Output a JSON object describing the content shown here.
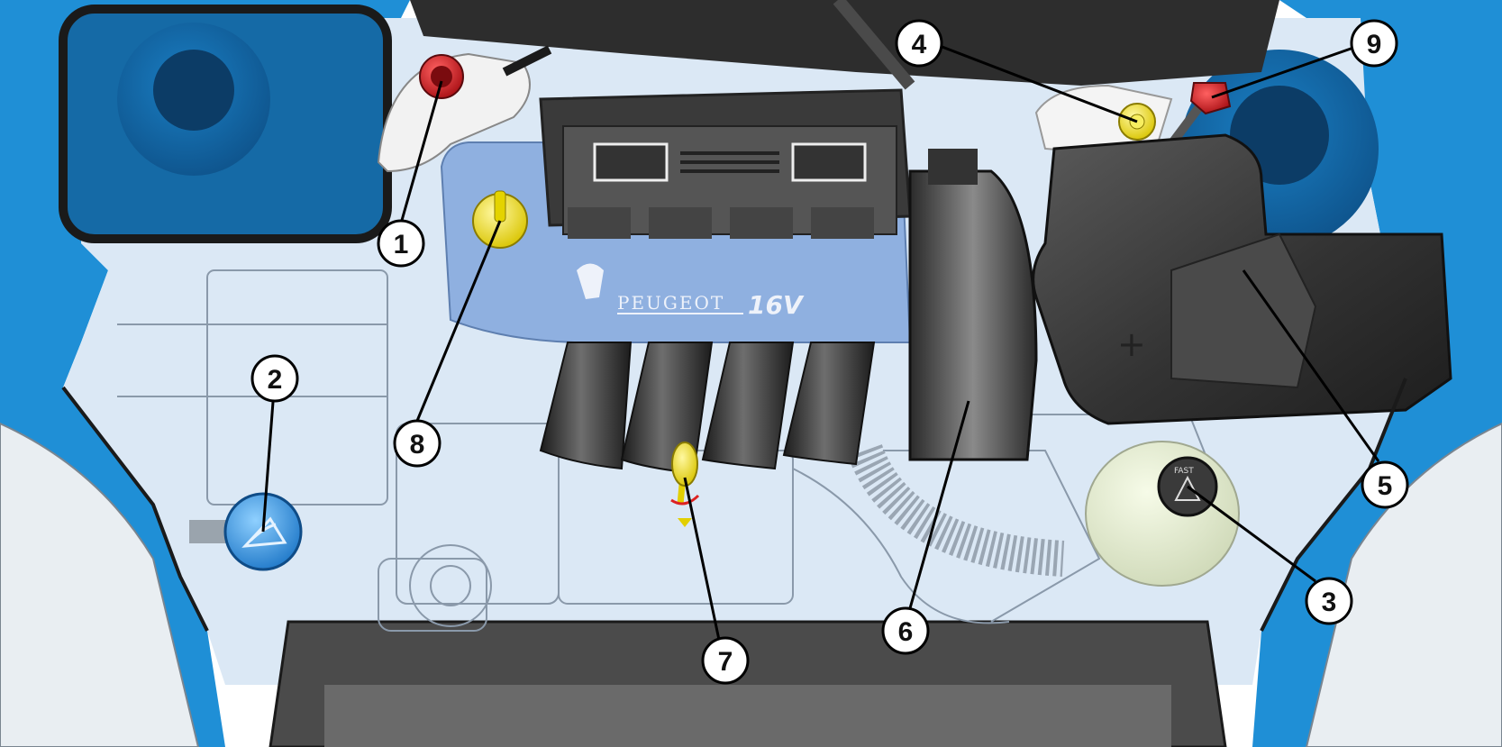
{
  "engine_cover": {
    "brand": "PEUGEOT",
    "badge": "16V"
  },
  "battery": {
    "terminal_mark": "+"
  },
  "reservoir_cap": {
    "text": "FAST"
  },
  "callouts": [
    {
      "id": "1",
      "label": "1"
    },
    {
      "id": "2",
      "label": "2"
    },
    {
      "id": "3",
      "label": "3"
    },
    {
      "id": "4",
      "label": "4"
    },
    {
      "id": "5",
      "label": "5"
    },
    {
      "id": "6",
      "label": "6"
    },
    {
      "id": "7",
      "label": "7"
    },
    {
      "id": "8",
      "label": "8"
    },
    {
      "id": "9",
      "label": "9"
    }
  ],
  "colors": {
    "body_blue": "#1f8fd6",
    "engine_bay_bg": "#dbe8f5",
    "engine_cover": "#8fb0e0",
    "dipstick_yellow": "#f2e21a",
    "cap_red": "#c0161c",
    "battery_dark": "#3c3c3c"
  }
}
